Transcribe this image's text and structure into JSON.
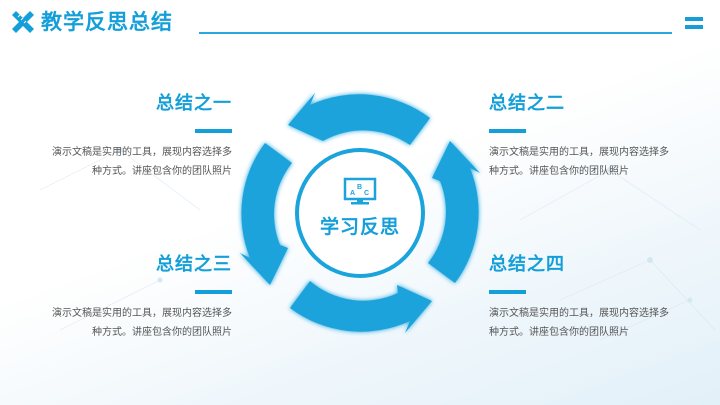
{
  "header": {
    "title": "教学反思总结",
    "icon": "ruler-pencil-icon",
    "menu_icon": "menu-icon"
  },
  "colors": {
    "accent": "#159fd9",
    "arrow": "#1ba3dc",
    "text": "#555555"
  },
  "center": {
    "icon": "abc-monitor-icon",
    "icon_letters": [
      "A",
      "B",
      "C"
    ],
    "label": "学习反思"
  },
  "blocks": [
    {
      "title": "总结之一",
      "desc_line1": "演示文稿是实用的工具，展现内容选择多",
      "desc_line2": "种方式。讲座包含你的团队照片"
    },
    {
      "title": "总结之二",
      "desc_line1": "演示文稿是实用的工具，展现内容选择多",
      "desc_line2": "种方式。讲座包含你的团队照片"
    },
    {
      "title": "总结之三",
      "desc_line1": "演示文稿是实用的工具，展现内容选择多",
      "desc_line2": "种方式。讲座包含你的团队照片"
    },
    {
      "title": "总结之四",
      "desc_line1": "演示文稿是实用的工具，展现内容选择多",
      "desc_line2": "种方式。讲座包含你的团队照片"
    }
  ]
}
